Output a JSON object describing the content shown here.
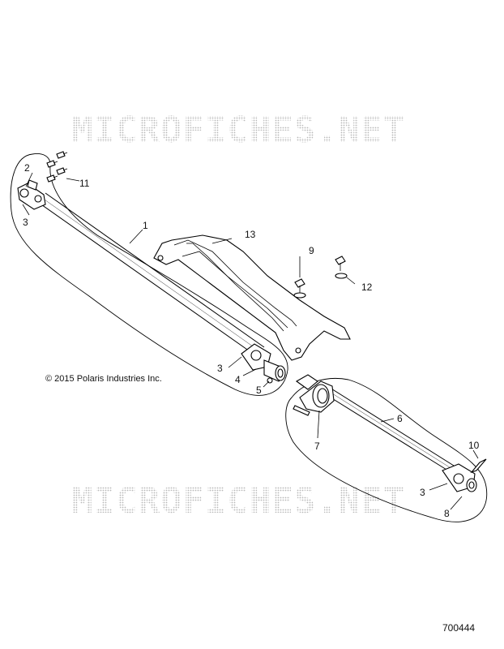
{
  "watermark": "MICROFICHES.NET",
  "copyright": "© 2015 Polaris Industries Inc.",
  "document_number": "700444",
  "callouts": {
    "c1": "1",
    "c2": "2",
    "c3a": "3",
    "c3b": "3",
    "c3c": "3",
    "c4": "4",
    "c5": "5",
    "c6": "6",
    "c7": "7",
    "c8": "8",
    "c9": "9",
    "c10": "10",
    "c11": "11",
    "c12": "12",
    "c13": "13"
  }
}
